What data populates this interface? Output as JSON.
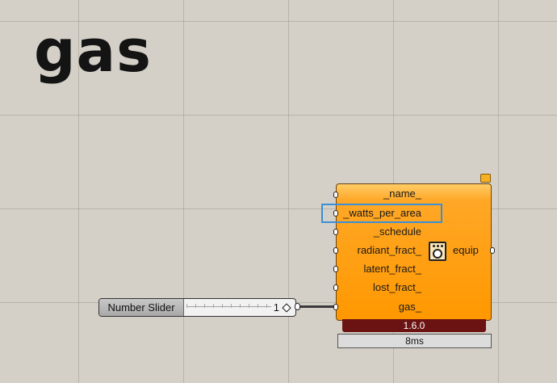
{
  "canvas": {
    "title": "gas"
  },
  "component": {
    "inputs": [
      "_name_",
      "_watts_per_area",
      "_schedule",
      "radiant_fract_",
      "latent_fract_",
      "lost_fract_",
      "gas_"
    ],
    "output": "equip",
    "version": "1.6.0",
    "timing": "8ms",
    "icon": "washing-machine-icon",
    "highlighted_input": "_watts_per_area"
  },
  "slider": {
    "name": "Number Slider",
    "value": "1"
  },
  "colors": {
    "component_fill": "#ff9800",
    "footer": "#6b1212",
    "highlight": "#3a8fd6",
    "canvas": "#d4d0c8"
  }
}
